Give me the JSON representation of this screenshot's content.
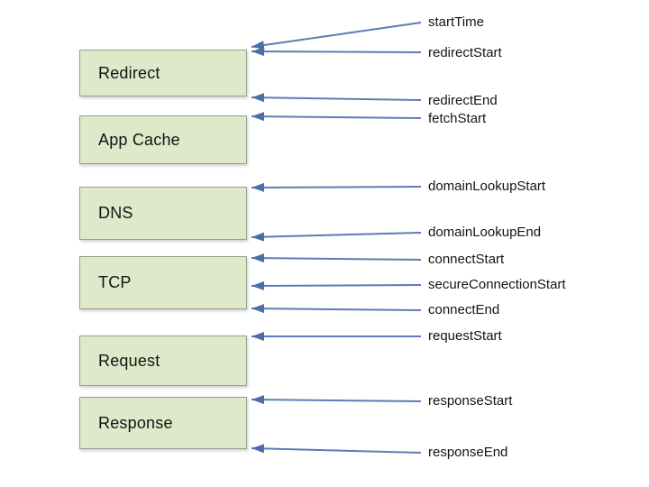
{
  "colors": {
    "background": "#ffffff",
    "box_fill": "#dfe8c8",
    "box_border": "#96a18c",
    "arrow": "#5b7cb4",
    "arrowhead": "#4d6da6",
    "text": "#141414"
  },
  "phases": [
    {
      "label": "Redirect"
    },
    {
      "label": "App Cache"
    },
    {
      "label": "DNS"
    },
    {
      "label": "TCP"
    },
    {
      "label": "Request"
    },
    {
      "label": "Response"
    }
  ],
  "events": [
    {
      "label": "startTime",
      "target": "Redirect",
      "edge": "top"
    },
    {
      "label": "redirectStart",
      "target": "Redirect",
      "edge": "top"
    },
    {
      "label": "redirectEnd",
      "target": "Redirect",
      "edge": "bottom"
    },
    {
      "label": "fetchStart",
      "target": "App Cache",
      "edge": "top"
    },
    {
      "label": "domainLookupStart",
      "target": "DNS",
      "edge": "top"
    },
    {
      "label": "domainLookupEnd",
      "target": "DNS",
      "edge": "bottom"
    },
    {
      "label": "connectStart",
      "target": "TCP",
      "edge": "top"
    },
    {
      "label": "secureConnectionStart",
      "target": "TCP",
      "edge": "middle"
    },
    {
      "label": "connectEnd",
      "target": "TCP",
      "edge": "bottom"
    },
    {
      "label": "requestStart",
      "target": "Request",
      "edge": "top"
    },
    {
      "label": "responseStart",
      "target": "Response",
      "edge": "top"
    },
    {
      "label": "responseEnd",
      "target": "Response",
      "edge": "bottom"
    }
  ]
}
